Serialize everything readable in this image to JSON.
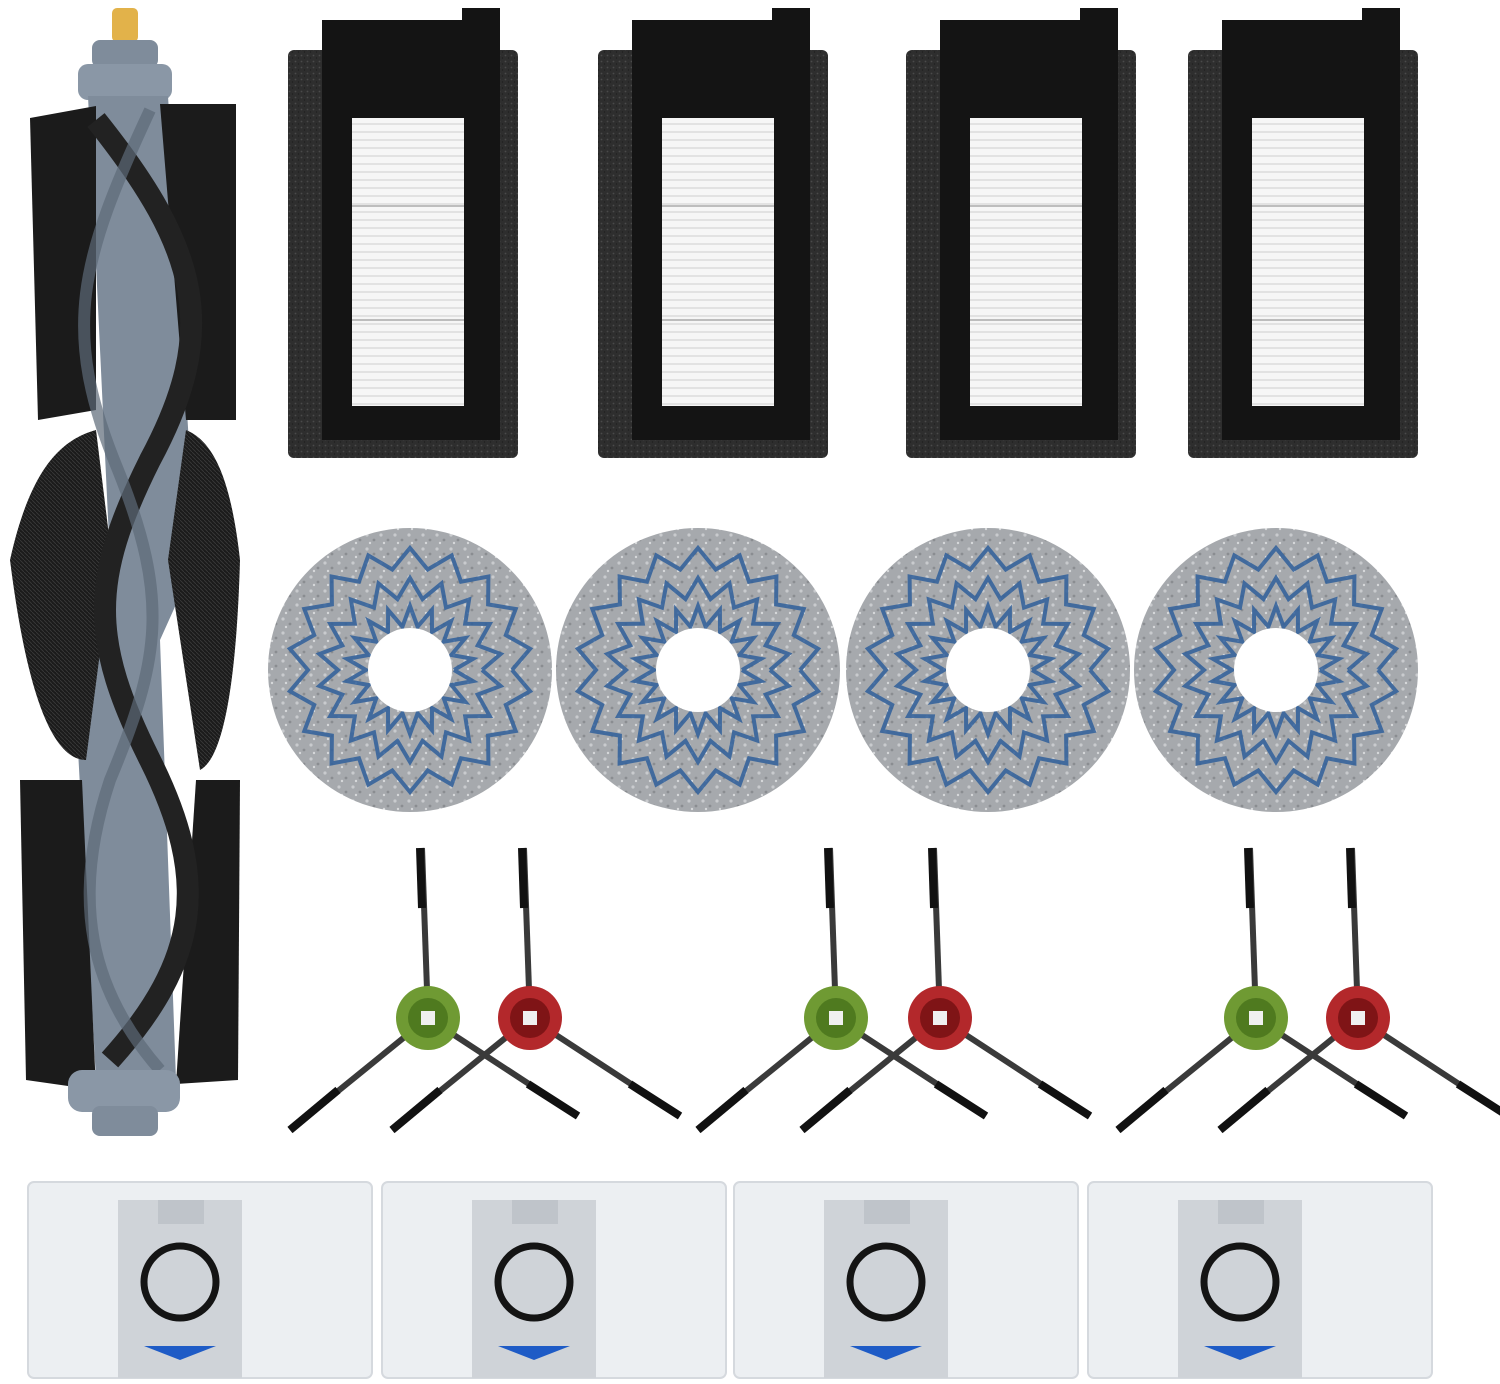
{
  "colors": {
    "background": "#ffffff",
    "brush_core": "#7f8c9b",
    "brush_core_dark": "#5d6977",
    "bristle": "#1b1b1b",
    "filter_frame": "#141414",
    "filter_sponge": "#2e2e2e",
    "filter_media": "#f4f4f4",
    "mop_base": "#a3a6aa",
    "mop_blue": "#2f5f9a",
    "side_brush_arm": "#3a3a3a",
    "side_brush_hub_green": "#6f9a33",
    "side_brush_hub_red": "#b3282b",
    "dust_bag": "#eceff2",
    "dust_bag_panel": "#cfd3d8",
    "dust_bag_arrow": "#1e5bc6"
  },
  "items": {
    "main_brush_count": 1,
    "hepa_filter_count": 4,
    "mop_pad_count": 4,
    "side_brush_pair_count": 3,
    "dust_bag_count": 4
  }
}
